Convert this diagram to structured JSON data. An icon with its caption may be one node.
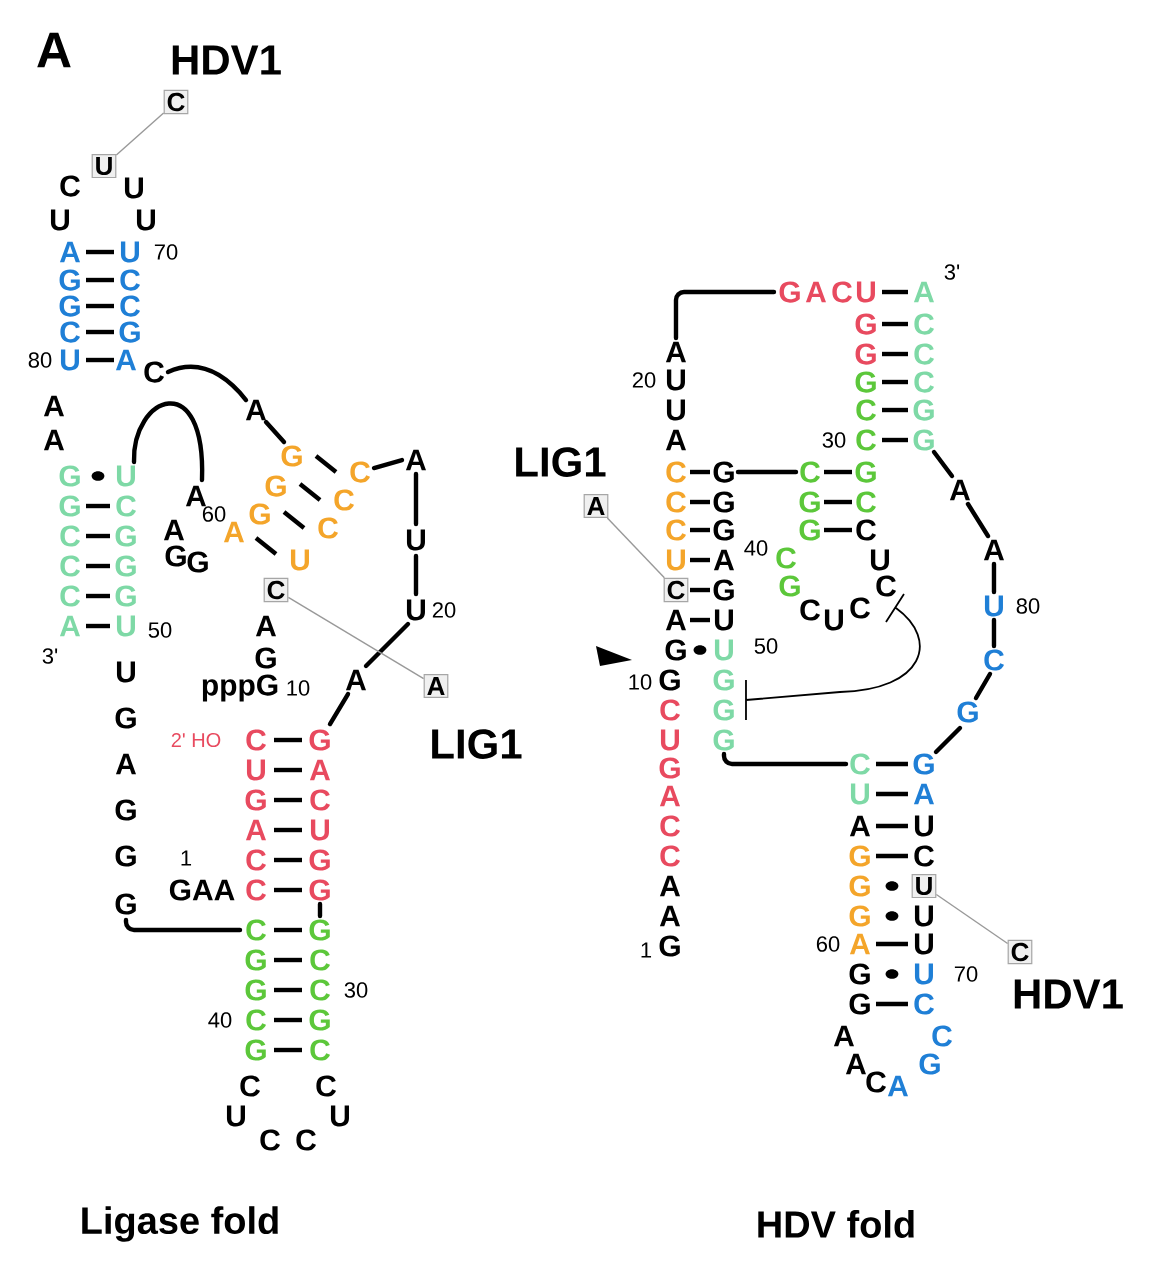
{
  "diagram": {
    "nodes": [
      {
        "text": [
          "C"
        ],
        "beside": [
          "HDV1"
        ]
      },
      {
        "text": [
          "U"
        ]
      },
      {
        "text": [
          "C"
        ]
      },
      {
        "text": [
          "A"
        ],
        "beside": [
          "LIG1"
        ]
      },
      {
        "text": [
          "A"
        ],
        "beside": [
          "LIG1"
        ]
      },
      {
        "text": [
          "C"
        ]
      },
      {
        "text": [
          "U"
        ]
      },
      {
        "text": [
          "C"
        ],
        "beside": [
          "HDV1"
        ]
      }
    ],
    "edges": [
      {
        "from": 0,
        "to": 1,
        "arrow": "none"
      },
      {
        "from": 3,
        "to": 2,
        "arrow": "none"
      },
      {
        "from": 4,
        "to": 5,
        "arrow": "none"
      },
      {
        "from": 7,
        "to": 6,
        "arrow": "none"
      }
    ],
    "labels": [
      "A",
      "C",
      "U",
      "U",
      "U",
      "A",
      "U",
      "70",
      "G",
      "C",
      "G",
      "C",
      "C",
      "G",
      "80",
      "U",
      "A",
      "C",
      "A",
      "A",
      "A",
      "G",
      "U",
      "G",
      "C",
      "C",
      "G",
      "C",
      "G",
      "C",
      "G",
      "A",
      "U",
      "50",
      "3'",
      "U",
      "G",
      "A",
      "G",
      "G",
      "G",
      "A",
      "A",
      "60",
      "G",
      "G",
      "G",
      "G",
      "G",
      "A",
      "C",
      "C",
      "C",
      "U",
      "A",
      "U",
      "U",
      "20",
      "A",
      "G",
      "pppG",
      "10",
      "A",
      "2' HO",
      "C",
      "G",
      "U",
      "A",
      "G",
      "C",
      "A",
      "U",
      "1",
      "C",
      "G",
      "GAA",
      "C",
      "G",
      "C",
      "G",
      "G",
      "C",
      "G",
      "C",
      "30",
      "40",
      "C",
      "G",
      "G",
      "C",
      "C",
      "C",
      "U",
      "U",
      "C",
      "C",
      "Ligase fold",
      "G",
      "A",
      "C",
      "U",
      "A",
      "3'",
      "G",
      "C",
      "G",
      "C",
      "G",
      "C",
      "C",
      "G",
      "30",
      "C",
      "G",
      "A",
      "20",
      "U",
      "U",
      "A",
      "C",
      "G",
      "C",
      "G",
      "C",
      "G",
      "G",
      "C",
      "C",
      "G",
      "G",
      "C",
      "U",
      "A",
      "40",
      "C",
      "U",
      "G",
      "G",
      "C",
      "C",
      "U",
      "C",
      "A",
      "U",
      "G",
      "U",
      "50",
      "10",
      "G",
      "G",
      "G",
      "G",
      "C",
      "U",
      "G",
      "A",
      "C",
      "C",
      "A",
      "A",
      "1",
      "G",
      "A",
      "A",
      "U",
      "80",
      "C",
      "G",
      "C",
      "G",
      "U",
      "A",
      "A",
      "U",
      "G",
      "C",
      "G",
      "G",
      "U",
      "60",
      "A",
      "U",
      "G",
      "U",
      "70",
      "G",
      "C",
      "A",
      "A",
      "C",
      "A",
      "G",
      "C",
      "HDV fold"
    ]
  }
}
